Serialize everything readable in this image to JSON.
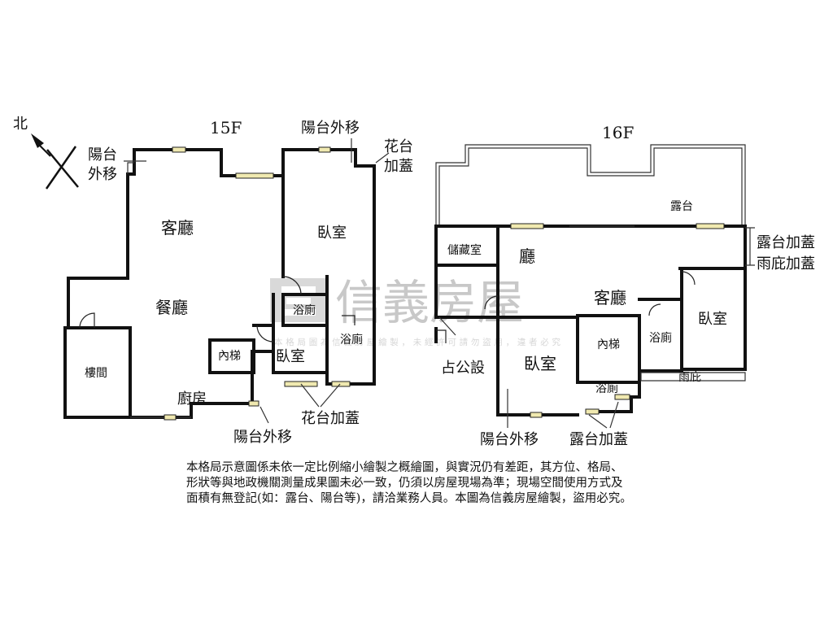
{
  "floors": {
    "f15": {
      "title": "15F",
      "north": "北",
      "rooms": {
        "living": "客廳",
        "dining": "餐廳",
        "bedroom_main": "臥室",
        "bedroom_small": "臥室",
        "bath1": "浴廁",
        "bath2": "浴廁",
        "stair": "樓間",
        "inner_stair": "內梯",
        "kitchen": "廚房"
      },
      "annotations": {
        "balcony_move_top_l1": "陽台",
        "balcony_move_top_l2": "外移",
        "balcony_move_top_right": "陽台外移",
        "planter_cover_top_l1": "花台",
        "planter_cover_top_l2": "加蓋",
        "planter_cover_bottom": "花台加蓋",
        "balcony_move_bottom": "陽台外移"
      }
    },
    "f16": {
      "title": "16F",
      "rooms": {
        "terrace": "露台",
        "storage": "儲藏室",
        "hall": "廳",
        "living": "客廳",
        "bedroom_left": "臥室",
        "bedroom_right": "臥室",
        "inner_stair": "內梯",
        "bath1": "浴廁",
        "bath2": "浴廁",
        "courtyard": "雨庇"
      },
      "annotations": {
        "terrace_cover": "露台加蓋",
        "canopy_cover": "雨庇加蓋",
        "common_area": "占公設",
        "balcony_move": "陽台外移",
        "terrace_cover_bottom": "露台加蓋"
      }
    }
  },
  "watermark": {
    "brand": "信義房屋",
    "small_text": "本格局圖為信義房屋繪製，未經許可請勿盜用，違者必究"
  },
  "disclaimer": {
    "line1": "本格局示意圖係未依一定比例縮小繪製之概繪圖，與實況仍有差距，其方位、格局、",
    "line2": "形狀等與地政機關測量成果圖未必一致，仍須以房屋現場為準；現場空間使用方式及",
    "line3": "面積有無登記(如：露台、陽台等)，請洽業務人員。本圖為信義房屋繪製，盜用必究。"
  },
  "colors": {
    "window_fill": "#f0e9b0",
    "wall": "#111111",
    "watermark": "#c8c8c8"
  }
}
